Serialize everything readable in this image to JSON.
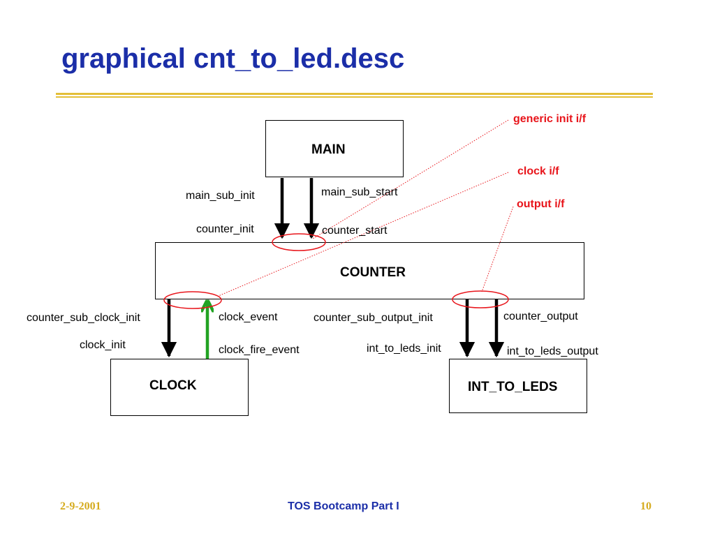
{
  "slide": {
    "title": "graphical cnt_to_led.desc",
    "footer": {
      "date": "2-9-2001",
      "center": "TOS Bootcamp Part I",
      "page": "10"
    }
  },
  "diagram": {
    "components": {
      "main": "MAIN",
      "counter": "COUNTER",
      "clock": "CLOCK",
      "int_to_leds": "INT_TO_LEDS"
    },
    "edge_labels": {
      "main_sub_init": "main_sub_init",
      "main_sub_start": "main_sub_start",
      "counter_init": "counter_init",
      "counter_start": "counter_start",
      "counter_sub_clock_init": "counter_sub_clock_init",
      "clock_init": "clock_init",
      "clock_event": "clock_event",
      "clock_fire_event": "clock_fire_event",
      "counter_sub_output_init": "counter_sub_output_init",
      "int_to_leds_init": "int_to_leds_init",
      "counter_output": "counter_output",
      "int_to_leds_output": "int_to_leds_output"
    },
    "annotations": {
      "generic_init": "generic init i/f",
      "clock_if": "clock i/f",
      "output_if": "output i/f"
    },
    "colors": {
      "title": "#1b2ea8",
      "annotation": "#e8151b",
      "event_arrow": "#22a323",
      "footer_gold": "#d5ab1e",
      "rule": "#e3bf38"
    }
  }
}
